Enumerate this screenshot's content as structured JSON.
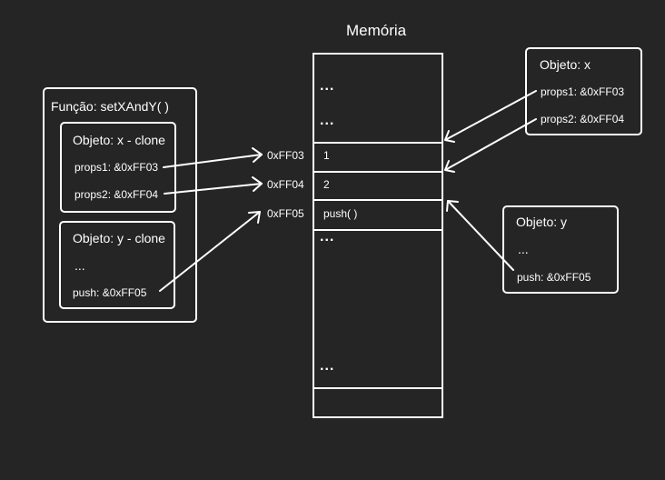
{
  "memory": {
    "title": "Memória",
    "cells": [
      "...",
      "...",
      "1",
      "2",
      "push( )",
      "...",
      "..."
    ],
    "addresses": [
      "0xFF03",
      "0xFF04",
      "0xFF05"
    ]
  },
  "function_box": {
    "title": "Função: setXAndY( )",
    "x_clone": {
      "title": "Objeto: x - clone",
      "props": [
        "props1: &0xFF03",
        "props2: &0xFF04"
      ]
    },
    "y_clone": {
      "title": "Objeto: y - clone",
      "ellipsis": "...",
      "push": "push: &0xFF05"
    }
  },
  "object_x": {
    "title": "Objeto: x",
    "props": [
      "props1: &0xFF03",
      "props2: &0xFF04"
    ]
  },
  "object_y": {
    "title": "Objeto: y",
    "ellipsis": "...",
    "push": "push: &0xFF05"
  },
  "colors": {
    "background": "#252526",
    "stroke": "#ffffff",
    "text": "#ffffff"
  }
}
